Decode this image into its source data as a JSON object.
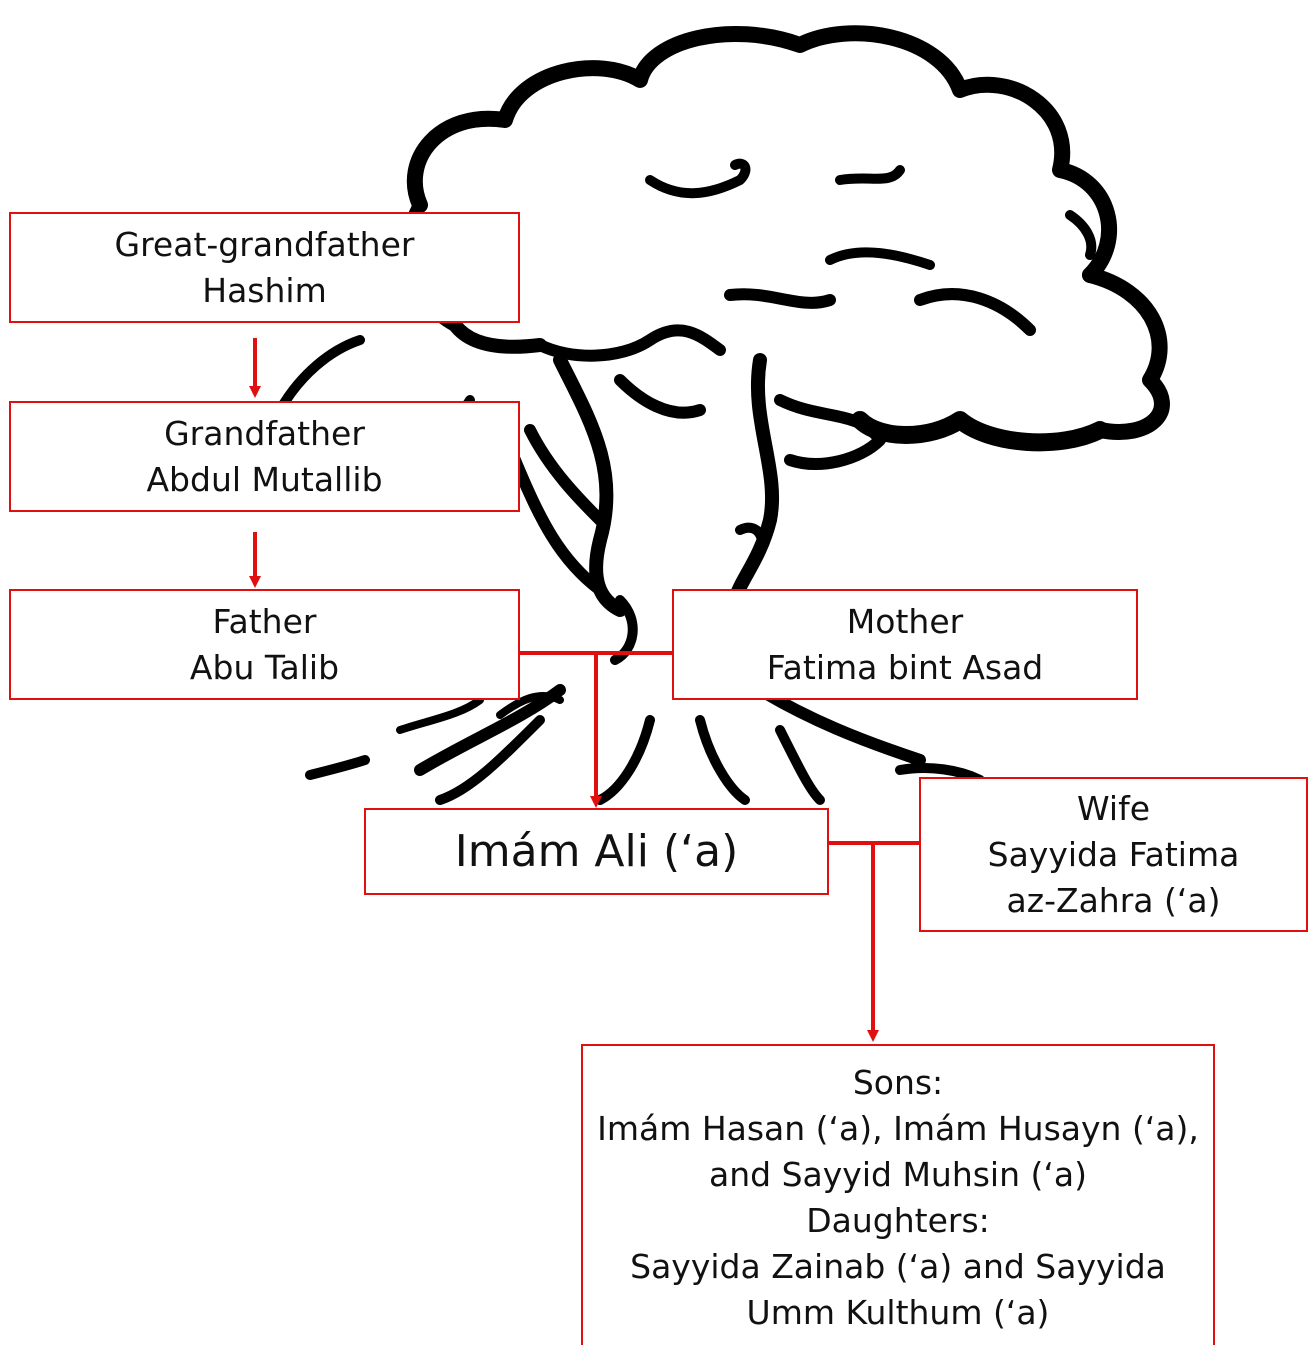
{
  "colors": {
    "box_border": "#e01010",
    "connector": "#e01010",
    "tree_ink": "#000000"
  },
  "illustration": "tree-silhouette",
  "nodes": {
    "great_grandfather": {
      "role": "Great-grandfather",
      "name": "Hashim"
    },
    "grandfather": {
      "role": "Grandfather",
      "name": "Abdul Mutallib"
    },
    "father": {
      "role": "Father",
      "name": "Abu Talib"
    },
    "mother": {
      "role": "Mother",
      "name": "Fatima bint Asad"
    },
    "imam": {
      "name": "Imám Ali (‘a)"
    },
    "wife": {
      "role": "Wife",
      "name_line1": "Sayyida Fatima",
      "name_line2": "az-Zahra (‘a)"
    },
    "children": {
      "sons_heading": "Sons:",
      "sons_line1": "Imám Hasan (‘a), Imám Husayn (‘a),",
      "sons_line2": "and Sayyid Muhsin (‘a)",
      "daughters_heading": "Daughters:",
      "daughters_line1": "Sayyida Zainab (‘a) and Sayyida",
      "daughters_line2": "Umm Kulthum (‘a)"
    }
  }
}
